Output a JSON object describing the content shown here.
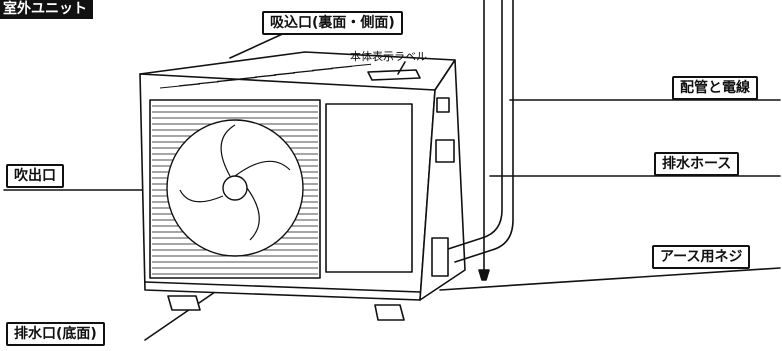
{
  "title": "室外ユニット",
  "callouts": {
    "intake": "吸込口(裏面・側面)",
    "nameplate": "本体表示ラベル",
    "piping": "配管と電線",
    "outlet": "吹出口",
    "drain_hose": "排水ホース",
    "ground_screw": "アース用ネジ",
    "drain_outlet": "排水口(底面)"
  },
  "colors": {
    "line": "#111111",
    "background": "#ffffff"
  }
}
